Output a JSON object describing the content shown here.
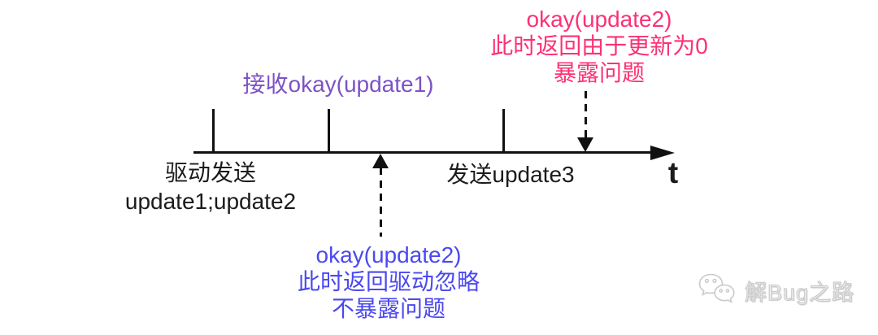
{
  "colors": {
    "pink": "#FB3274",
    "purple": "#7D52C5",
    "blue": "#4B49EF",
    "ink": "#111111",
    "text": "#1B1B1B",
    "watermark": "#CBCBCB"
  },
  "diagram": {
    "top_annotation": {
      "lines": [
        "okay(update2)",
        "此时返回由于更新为0",
        "暴露问题"
      ]
    },
    "receive_annotation": {
      "text": "接收okay(update1)"
    },
    "bottom_annotation": {
      "lines": [
        "okay(update2)",
        "此时返回驱动忽略",
        "不暴露问题"
      ]
    },
    "driver_send_label": {
      "lines": [
        "驱动发送",
        "update1;update2"
      ]
    },
    "send_update3_label": "发送update3",
    "time_axis_label": "t"
  },
  "watermark": {
    "text": "解Bug之路",
    "icon": "wechat-logo"
  }
}
